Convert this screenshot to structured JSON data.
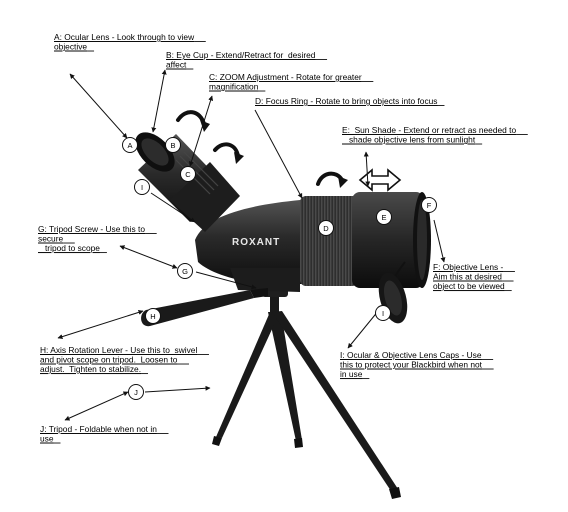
{
  "brand": "ROXANT",
  "colors": {
    "body": "#2b2b2b",
    "dark": "#151515",
    "ring": "#3a3a3a",
    "line": "#111111",
    "text": "#111111"
  },
  "labels": {
    "A": {
      "letter": "A",
      "lines": [
        "A: Ocular Lens - Look through to view",
        "objective"
      ]
    },
    "B": {
      "letter": "B",
      "lines": [
        "B: Eye Cup - Extend/Retract for  desired",
        "affect"
      ]
    },
    "C": {
      "letter": "C",
      "lines": [
        "C: ZOOM Adjustment - Rotate for greater",
        "magnification"
      ]
    },
    "D": {
      "letter": "D",
      "lines": [
        "D: Focus Ring - Rotate to bring objects into focus"
      ]
    },
    "E": {
      "letter": "E",
      "lines": [
        "E:  Sun Shade - Extend or retract as needed to",
        "   shade objective lens from sunlight"
      ]
    },
    "F": {
      "letter": "F",
      "lines": [
        "F: Objective Lens -",
        "Aim this at desired",
        "object to be viewed"
      ]
    },
    "G": {
      "letter": "G",
      "lines": [
        "G: Tripod Screw - Use this to",
        "secure",
        "   tripod to scope"
      ]
    },
    "H": {
      "letter": "H",
      "lines": [
        "H: Axis Rotation Lever - Use this to  swivel",
        "and pivot scope on tripod.  Loosen to",
        "adjust.  Tighten to stabilize."
      ]
    },
    "I": {
      "letter": "I",
      "lines": [
        "I: Ocular & Objective Lens Caps - Use",
        "this to protect your Blackbird when not",
        "in use"
      ]
    },
    "J": {
      "letter": "J",
      "lines": [
        "J: Tripod - Foldable when not in",
        "use"
      ]
    }
  }
}
